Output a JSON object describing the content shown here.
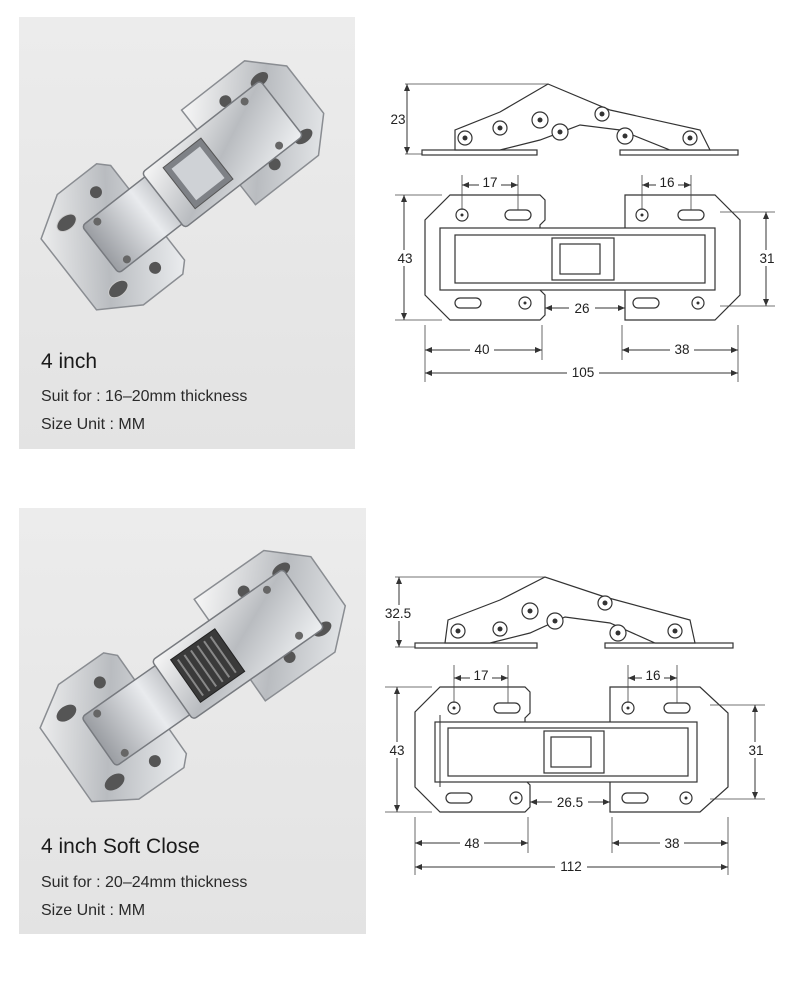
{
  "products": [
    {
      "title": "4 inch",
      "suit_text": "Suit for : 16–20mm thickness",
      "unit_text": "Size Unit : MM",
      "dims": {
        "height": "23",
        "left_hole_gap": "17",
        "right_hole_gap": "16",
        "plate_height": "43",
        "right_height": "31",
        "middle_gap": "26",
        "left_width": "40",
        "right_width": "38",
        "total_length": "105"
      }
    },
    {
      "title": "4 inch Soft Close",
      "suit_text": "Suit for : 20–24mm thickness",
      "unit_text": "Size Unit : MM",
      "dims": {
        "height": "32.5",
        "left_hole_gap": "17",
        "right_hole_gap": "16",
        "plate_height": "43",
        "right_height": "31",
        "middle_gap": "26.5",
        "left_width": "48",
        "right_width": "38",
        "total_length": "112"
      }
    }
  ]
}
